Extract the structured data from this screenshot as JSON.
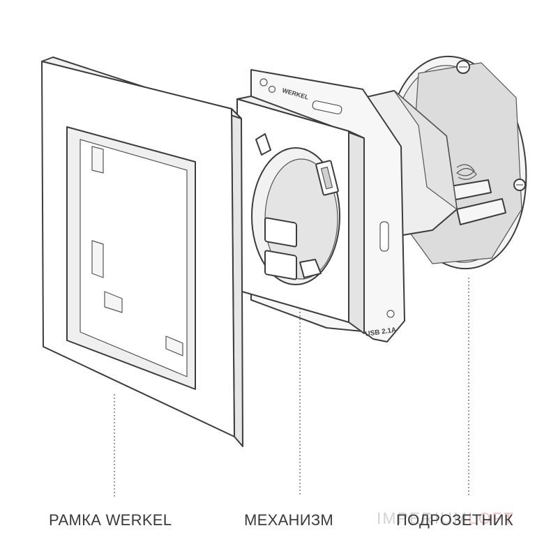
{
  "labels": {
    "frame": "РАМКА WERKEL",
    "mechanism": "МЕХАНИЗМ",
    "backbox": "ПОДРОЗЕТНИК"
  },
  "mechanism_text": {
    "brand": "WERKEL",
    "usb": "USB 2.1A"
  },
  "watermark": {
    "part1": "IMPERIUM",
    "part2": "LOFT"
  },
  "colors": {
    "outline": "#3c3c3c",
    "fill": "#ffffff",
    "shade": "#e6e6e6",
    "caption": "#3a3a3a"
  }
}
